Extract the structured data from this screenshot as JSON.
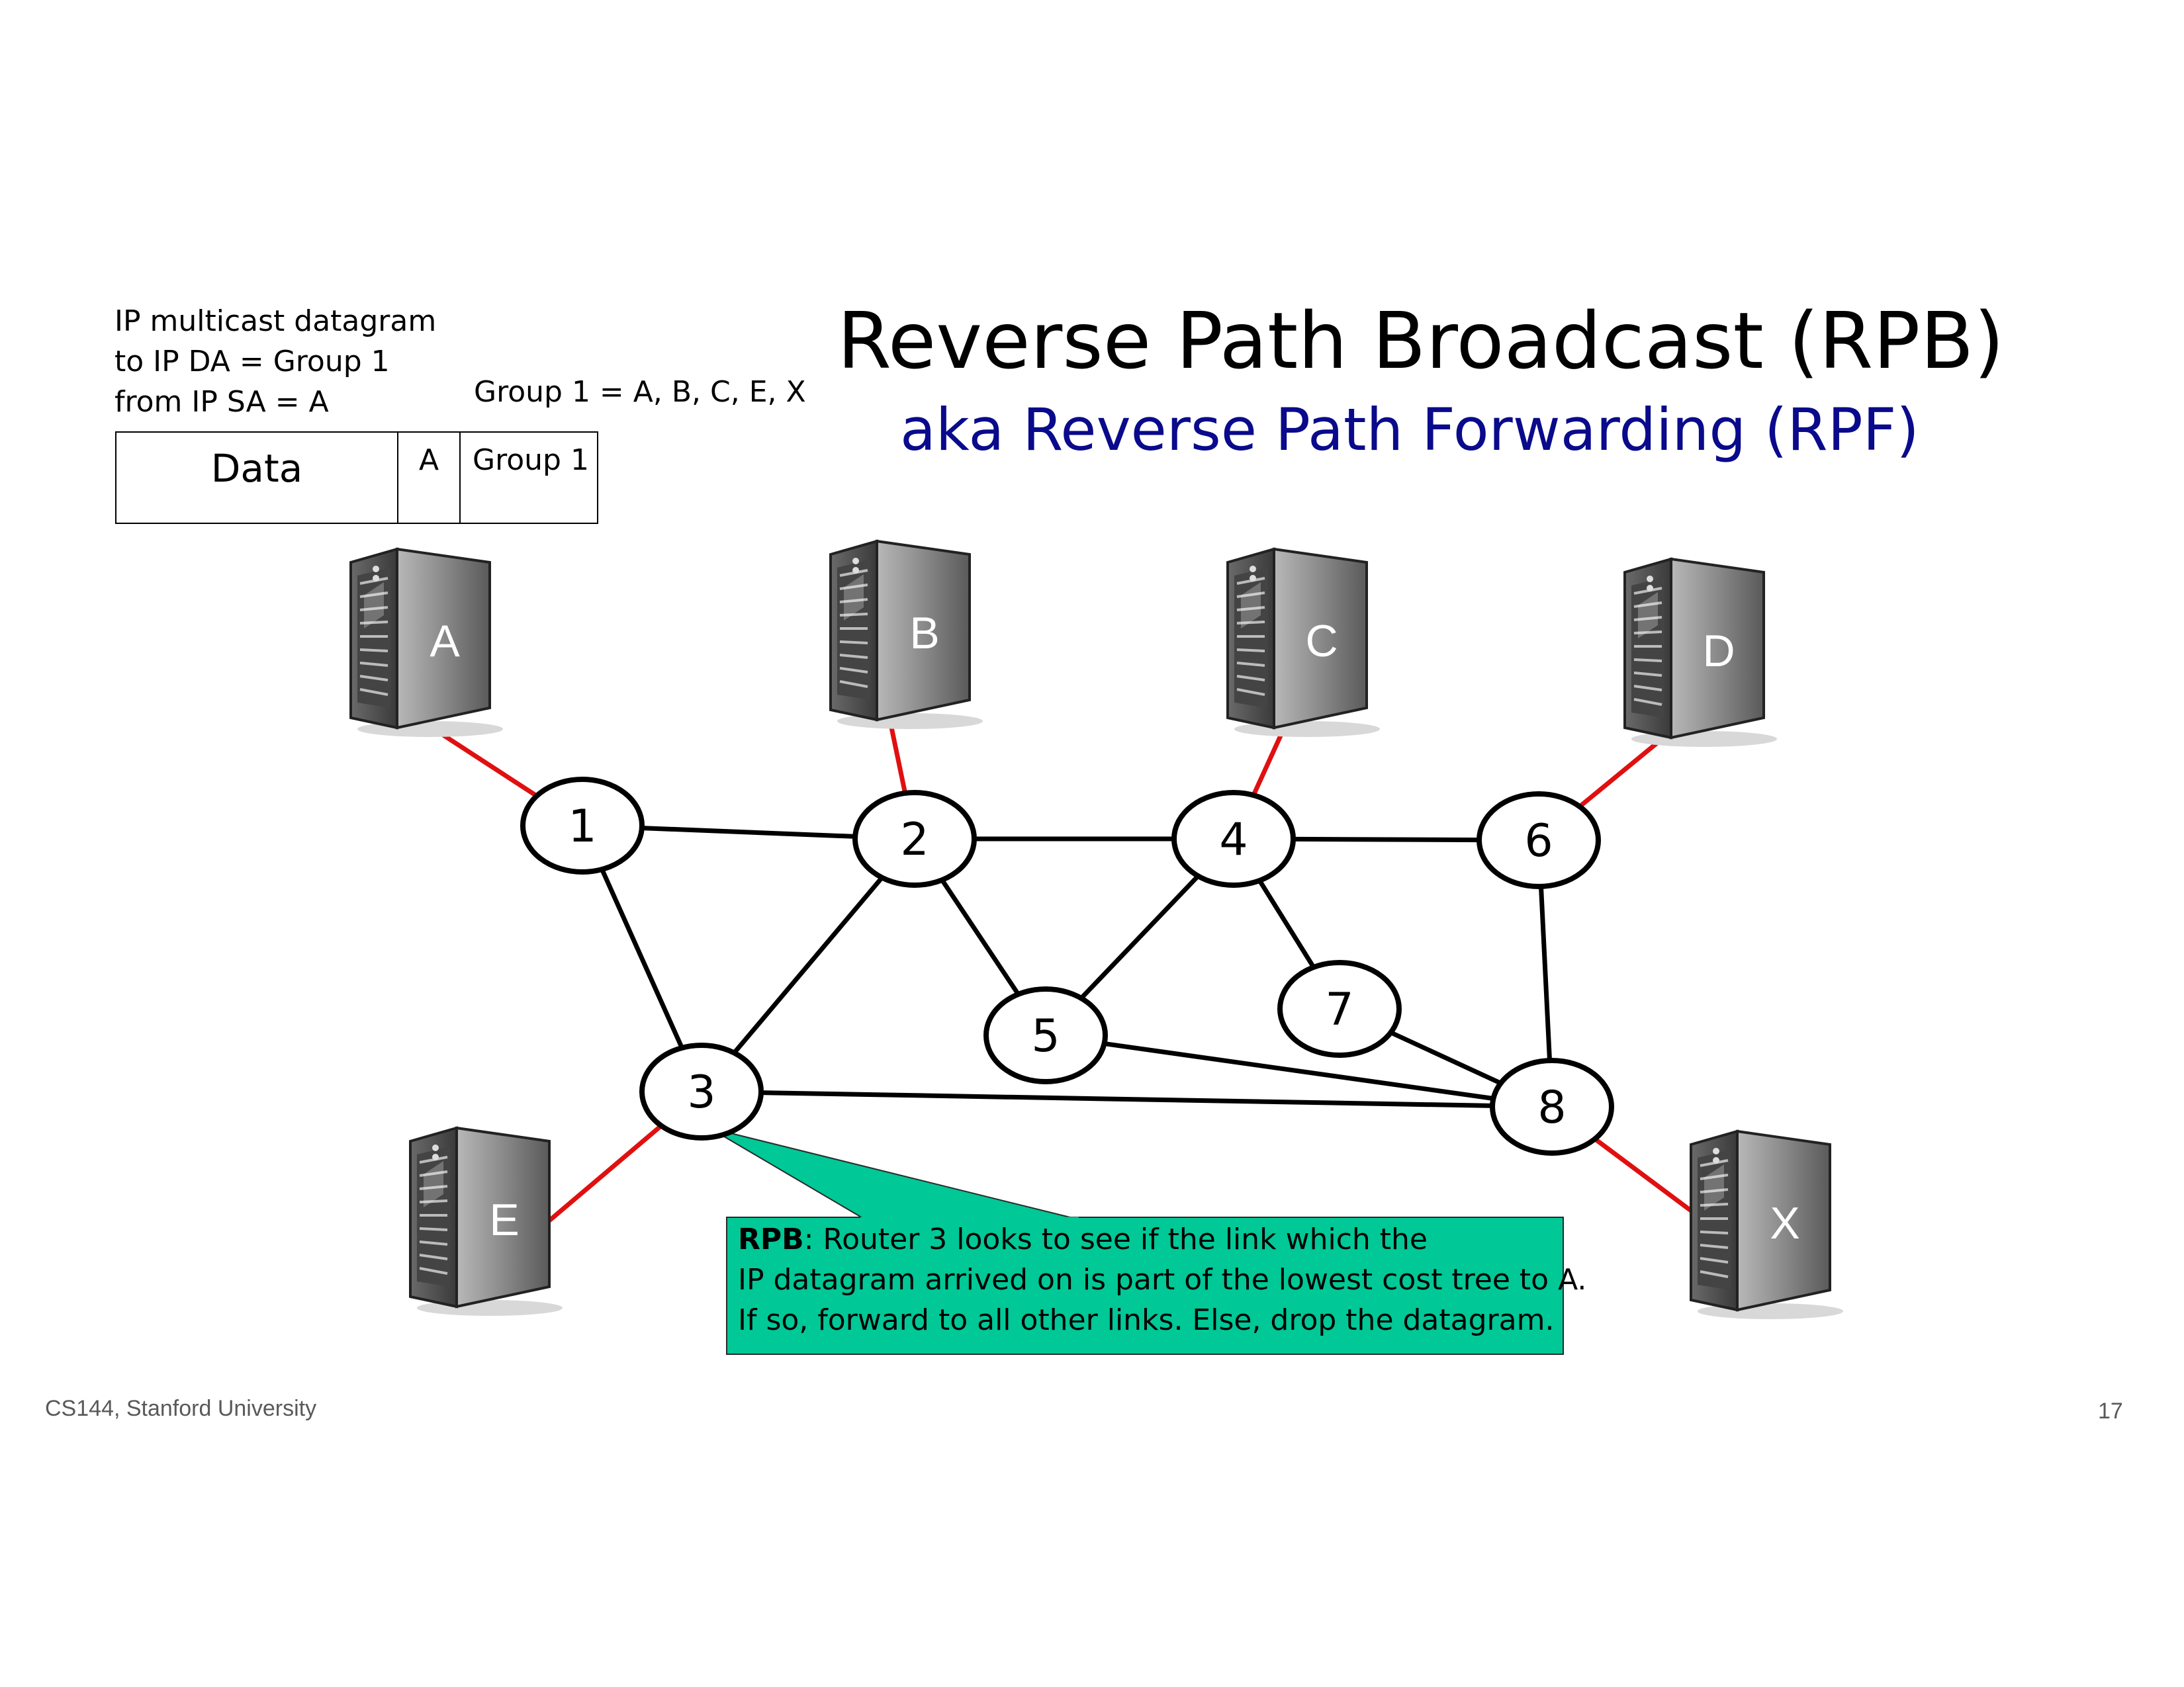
{
  "title": "Reverse Path Broadcast (RPB)",
  "subtitle": "aka Reverse Path Forwarding (RPF)",
  "datagram_desc": [
    "IP multicast datagram",
    "to IP DA = Group 1",
    "from IP SA = A"
  ],
  "group_membership": "Group 1 = A, B, C, E, X",
  "packet": {
    "data": "Data",
    "source": "A",
    "group": "Group 1"
  },
  "hosts": [
    "A",
    "B",
    "C",
    "D",
    "E",
    "X"
  ],
  "routers": [
    "1",
    "2",
    "3",
    "4",
    "5",
    "6",
    "7",
    "8"
  ],
  "router_links": [
    [
      "1",
      "2"
    ],
    [
      "1",
      "3"
    ],
    [
      "2",
      "3"
    ],
    [
      "2",
      "4"
    ],
    [
      "2",
      "5"
    ],
    [
      "4",
      "6"
    ],
    [
      "4",
      "5"
    ],
    [
      "4",
      "7"
    ],
    [
      "6",
      "8"
    ],
    [
      "7",
      "8"
    ],
    [
      "5",
      "8"
    ],
    [
      "3",
      "8"
    ]
  ],
  "host_links": [
    [
      "A",
      "1"
    ],
    [
      "B",
      "2"
    ],
    [
      "C",
      "4"
    ],
    [
      "D",
      "6"
    ],
    [
      "E",
      "3"
    ],
    [
      "X",
      "8"
    ]
  ],
  "callout": {
    "bold": "RPB",
    "line1": ": Router 3 looks to see if the link which the",
    "line2": "IP datagram arrived on is part of the lowest cost tree to A.",
    "line3": "If so, forward to all other links. Else, drop the datagram."
  },
  "colors": {
    "host_link": "#e01010",
    "router_link": "#000000",
    "callout_fill": "#00c896",
    "subtitle": "#0a0a8c"
  },
  "footer": {
    "course": "CS144, Stanford University",
    "page": "17"
  }
}
